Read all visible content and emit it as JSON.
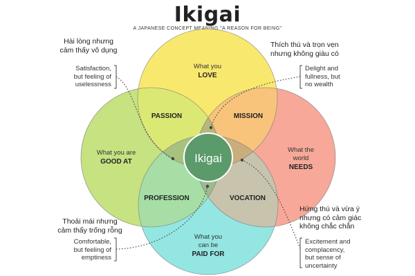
{
  "title": "Ikigai",
  "subtitle": "A JAPANESE CONCEPT MEANING \"A REASON FOR BEING\"",
  "circles": {
    "love": {
      "line1": "What you",
      "line2": "LOVE",
      "color": "#f9e766"
    },
    "good": {
      "line1": "What you are",
      "line2": "GOOD AT",
      "color": "#c3e07a"
    },
    "needs": {
      "line1": "What the",
      "line1b": "world",
      "line2": "NEEDS",
      "color": "#f7a394"
    },
    "paid": {
      "line1": "What you",
      "line1b": "can be",
      "line2": "PAID FOR",
      "color": "#8ee5e0"
    }
  },
  "overlaps": {
    "passion": "PASSION",
    "mission": "MISSION",
    "profession": "PROFESSION",
    "vocation": "VOCATION"
  },
  "center": {
    "label": "Ikigai",
    "color": "#5b9a6a"
  },
  "annotations": {
    "top_left": {
      "vi": [
        "Hài lòng nhưng",
        "cảm thấy vô dụng"
      ],
      "en": [
        "Satisfaction,",
        "but feeling of",
        "uselessness"
      ]
    },
    "top_right": {
      "vi": [
        "Thích thú và trọn vẹn",
        "nhưng không giàu có"
      ],
      "en": [
        "Delight and",
        "fullness, but",
        "no wealth"
      ]
    },
    "bottom_left": {
      "vi": [
        "Thoải mái nhưng",
        "cảm thấy trống rỗng"
      ],
      "en": [
        "Comfortable,",
        "but feeling of",
        "emptiness"
      ]
    },
    "bottom_right": {
      "vi": [
        "Hứng thú và vừa ý",
        "nhưng có cảm giác",
        "không chắc chắn"
      ],
      "en": [
        "Excitement and",
        "complacency,",
        "but sense of",
        "uncertainty"
      ]
    }
  }
}
